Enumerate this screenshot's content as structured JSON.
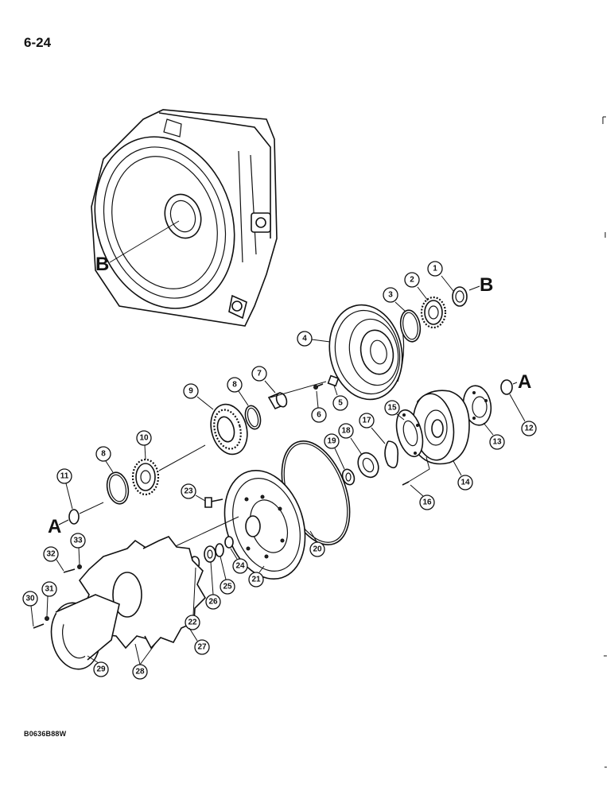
{
  "page": {
    "number": "6-24",
    "doc_code": "B0636B88W"
  },
  "diagram": {
    "reference_letters": {
      "a": "A",
      "b": "B"
    },
    "callouts": [
      "1",
      "2",
      "3",
      "4",
      "5",
      "6",
      "7",
      "8",
      "9",
      "10",
      "11",
      "8",
      "12",
      "13",
      "14",
      "15",
      "16",
      "17",
      "18",
      "19",
      "20",
      "21",
      "22",
      "23",
      "24",
      "25",
      "26",
      "27",
      "28",
      "29",
      "30",
      "31",
      "32",
      "33"
    ],
    "colors": {
      "ink": "#111111",
      "paper": "#ffffff"
    }
  }
}
